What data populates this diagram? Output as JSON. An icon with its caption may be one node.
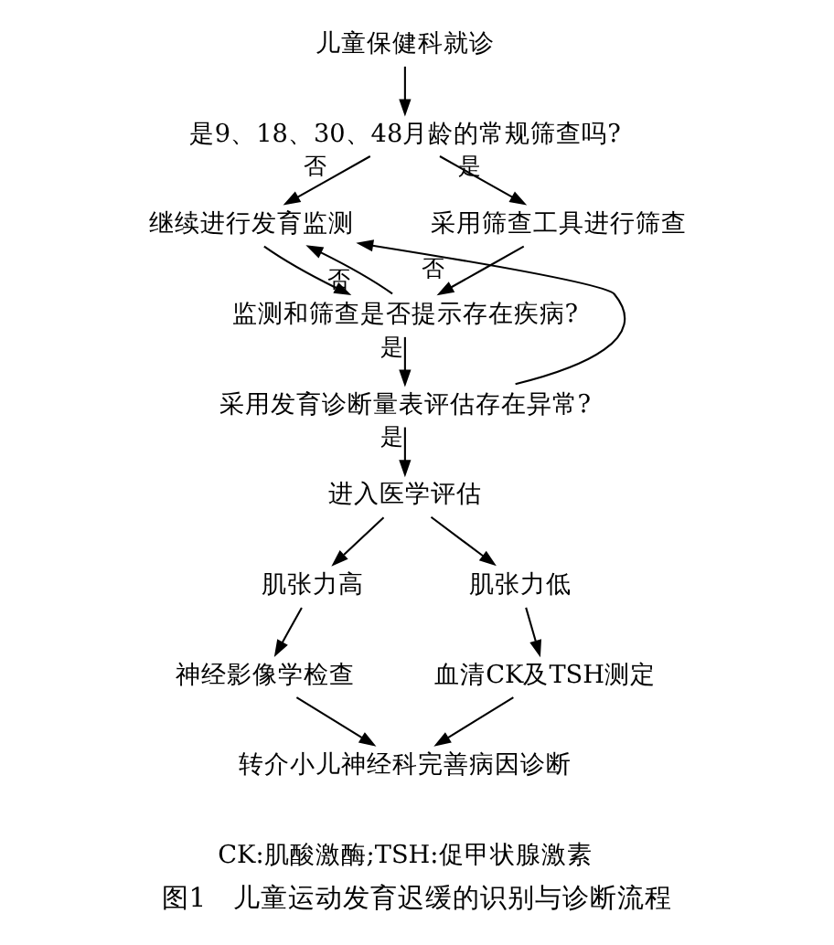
{
  "diagram": {
    "caption": "图1　儿童运动发育迟缓的识别与诊断流程",
    "nodes": [
      {
        "text": [
          "儿童保健科就诊"
        ]
      },
      {
        "text": [
          "是9、18、30、48月龄的常规筛查吗?"
        ]
      },
      {
        "text": [
          "继续进行发育监测"
        ]
      },
      {
        "text": [
          "采用筛查工具进行筛查"
        ]
      },
      {
        "text": [
          "监测和筛查是否提示存在疾病?"
        ]
      },
      {
        "text": [
          "采用发育诊断量表评估存在异常?"
        ]
      },
      {
        "text": [
          "进入医学评估"
        ]
      },
      {
        "text": [
          "肌张力高"
        ]
      },
      {
        "text": [
          "肌张力低"
        ]
      },
      {
        "text": [
          "神经影像学检查"
        ]
      },
      {
        "text": [
          "血清CK及TSH测定"
        ]
      },
      {
        "text": [
          "转介小儿神经科完善病因诊断"
        ]
      }
    ],
    "edges": [
      {
        "from": 0,
        "to": 1,
        "arrow": "to"
      },
      {
        "from": 1,
        "to": 2,
        "arrow": "to",
        "label": "否"
      },
      {
        "from": 1,
        "to": 3,
        "arrow": "to",
        "label": "是"
      },
      {
        "from": 2,
        "to": 4,
        "arrow": "to"
      },
      {
        "from": 3,
        "to": 4,
        "arrow": "to"
      },
      {
        "from": 4,
        "to": 2,
        "arrow": "to",
        "label": "否"
      },
      {
        "from": 4,
        "to": 5,
        "arrow": "to",
        "label": "是"
      },
      {
        "from": 5,
        "to": 2,
        "arrow": "to",
        "label": "否"
      },
      {
        "from": 5,
        "to": 6,
        "arrow": "to",
        "label": "是"
      },
      {
        "from": 6,
        "to": 7,
        "arrow": "to"
      },
      {
        "from": 6,
        "to": 8,
        "arrow": "to"
      },
      {
        "from": 7,
        "to": 9,
        "arrow": "to"
      },
      {
        "from": 8,
        "to": 10,
        "arrow": "to"
      },
      {
        "from": 9,
        "to": 11,
        "arrow": "to"
      },
      {
        "from": 10,
        "to": 11,
        "arrow": "to"
      }
    ],
    "labels": [
      "CK:肌酸激酶;TSH:促甲状腺激素"
    ]
  }
}
